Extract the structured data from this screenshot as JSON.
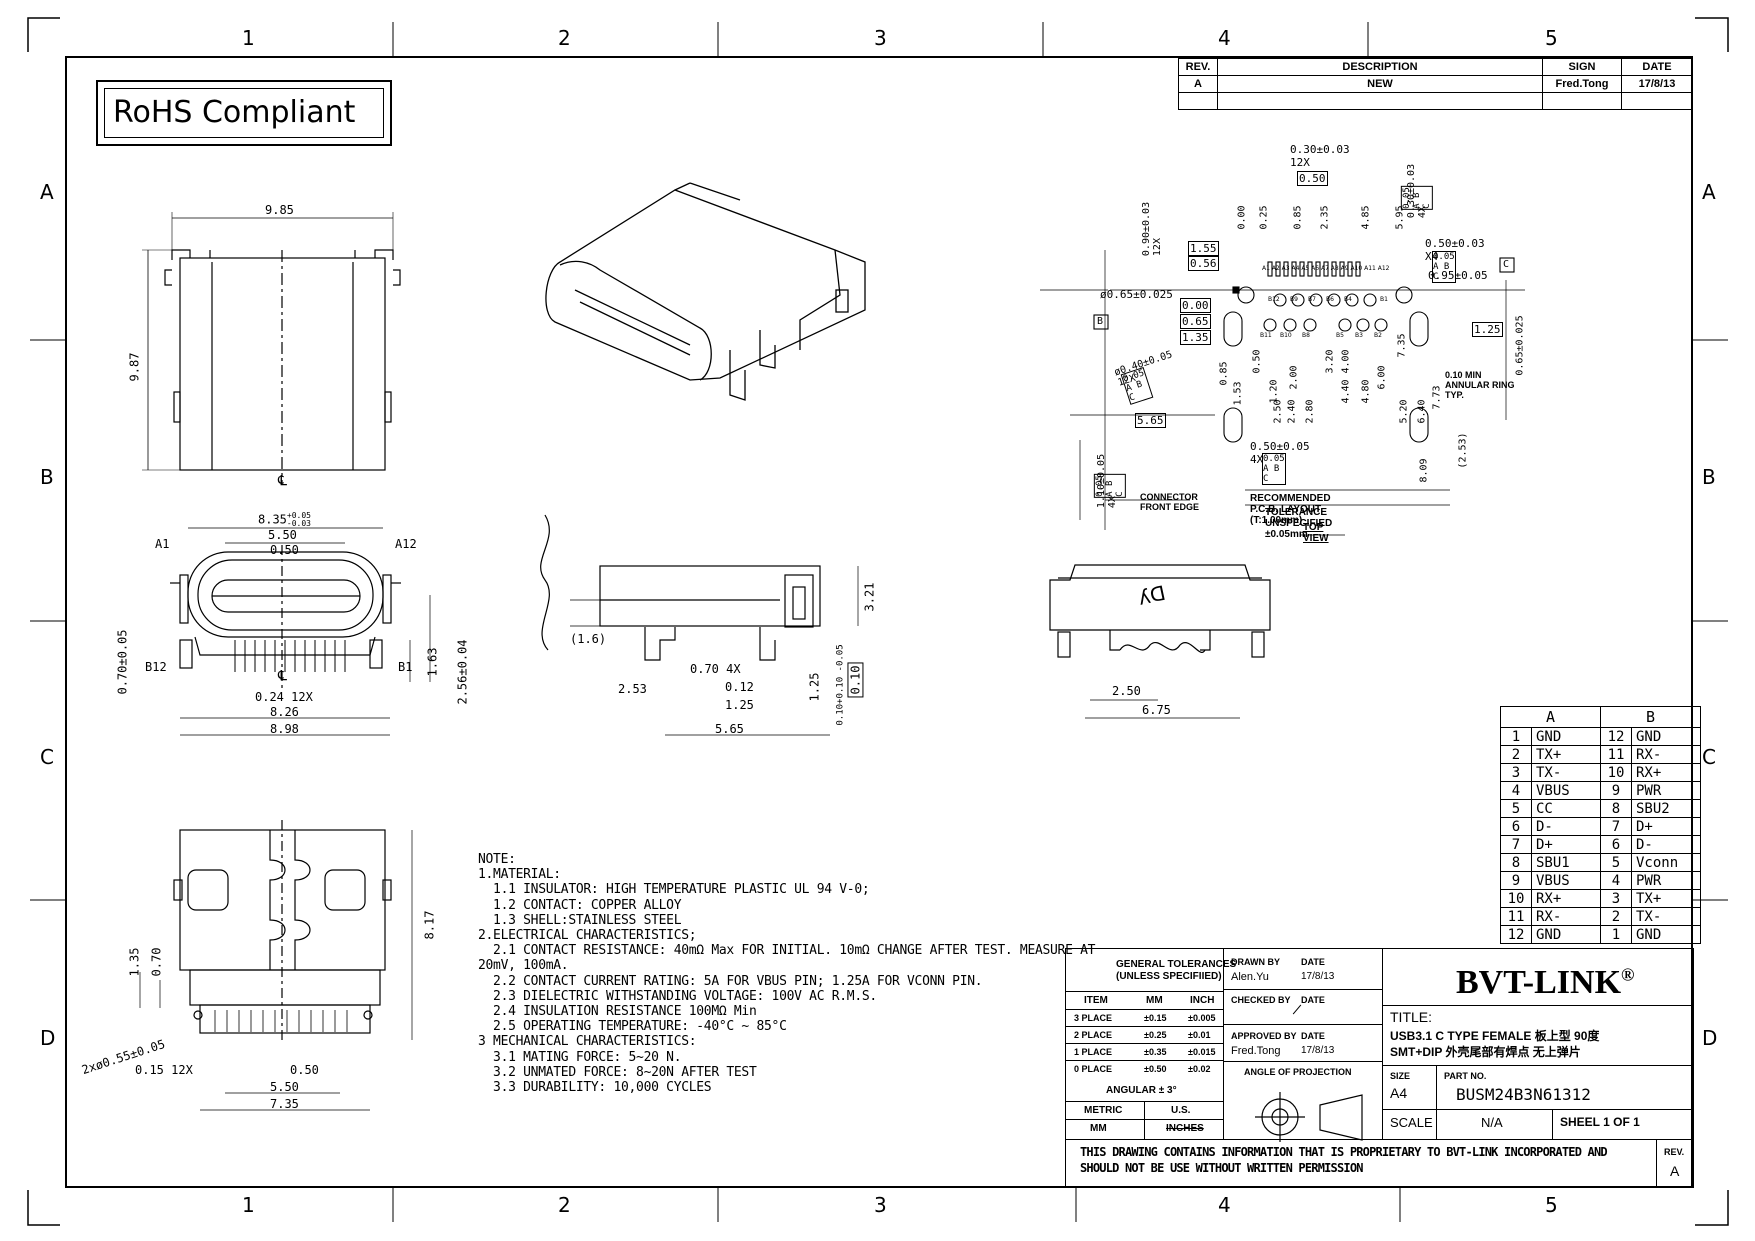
{
  "zones": {
    "columns": [
      "1",
      "2",
      "3",
      "4",
      "5"
    ],
    "rows": [
      "A",
      "B",
      "C",
      "D"
    ]
  },
  "rohs": "RoHS Compliant",
  "revision_table": {
    "headers": [
      "REV.",
      "DESCRIPTION",
      "SIGN",
      "DATE"
    ],
    "row": [
      "A",
      "NEW",
      "Fred.Tong",
      "17/8/13"
    ]
  },
  "pin_table": {
    "headers": [
      "A",
      "B"
    ],
    "rows": [
      [
        "1",
        "GND",
        "12",
        "GND"
      ],
      [
        "2",
        "TX+",
        "11",
        "RX-"
      ],
      [
        "3",
        "TX-",
        "10",
        "RX+"
      ],
      [
        "4",
        "VBUS",
        "9",
        "PWR"
      ],
      [
        "5",
        "CC",
        "8",
        "SBU2"
      ],
      [
        "6",
        "D-",
        "7",
        "D+"
      ],
      [
        "7",
        "D+",
        "6",
        "D-"
      ],
      [
        "8",
        "SBU1",
        "5",
        "Vconn"
      ],
      [
        "9",
        "VBUS",
        "4",
        "PWR"
      ],
      [
        "10",
        "RX+",
        "3",
        "TX+"
      ],
      [
        "11",
        "RX-",
        "2",
        "TX-"
      ],
      [
        "12",
        "GND",
        "1",
        "GND"
      ]
    ]
  },
  "notes": [
    "NOTE:",
    "1.MATERIAL:",
    "  1.1 INSULATOR: HIGH TEMPERATURE PLASTIC UL 94 V-0;",
    "  1.2 CONTACT: COPPER ALLOY",
    "  1.3 SHELL:STAINLESS STEEL",
    "2.ELECTRICAL CHARACTERISTICS;",
    "  2.1 CONTACT RESISTANCE: 40mΩ Max FOR INITIAL. 10mΩ CHANGE AFTER TEST. MEASURE AT",
    "20mV, 100mA.",
    "  2.2 CONTACT CURRENT RATING: 5A FOR VBUS PIN; 1.25A FOR VCONN PIN.",
    "  2.3 DIELECTRIC WITHSTANDING VOLTAGE: 100V AC R.M.S.",
    "  2.4 INSULATION RESISTANCE 100MΩ Min",
    "  2.5 OPERATING TEMPERATURE: -40°C ~ 85°C",
    "3 MECHANICAL CHARACTERISTICS:",
    "  3.1 MATING FORCE: 5~20 N.",
    "  3.2 UNMATED FORCE: 8~20N AFTER TEST",
    "  3.3 DURABILITY: 10,000 CYCLES"
  ],
  "dims": {
    "top_width": "9.85",
    "top_height": "9.87",
    "cl": "℄",
    "front_overall": "8.35",
    "front_overall_tol_plus": "+0.05",
    "front_overall_tol_minus": "-0.03",
    "front_inner": "5.50",
    "front_pitch": "0.50",
    "label_a1": "A1",
    "label_a12": "A12",
    "label_b12": "B12",
    "label_b1": "B1",
    "front_left_v": "0.70±0.05",
    "front_right_v1": "1.63",
    "front_right_v2": "2.56±0.04",
    "front_pin_w": "0.24  12X",
    "front_826": "8.26",
    "front_898": "8.98",
    "side_16": "(1.6)",
    "side_321": "3.21",
    "side_070": "0.70  4X",
    "side_253": "2.53",
    "side_012": "0.12",
    "side_125a": "1.25",
    "side_125b": "1.25",
    "side_565": "5.65",
    "side_010": "0.10",
    "side_tol": "0.10+0.10 -0.05",
    "back_250": "2.50",
    "back_675": "6.75",
    "bottom_817": "8.17",
    "bottom_135": "1.35",
    "bottom_070": "0.70",
    "bottom_hole": "2xø0.55±0.05",
    "bottom_015": "0.15  12X",
    "bottom_050": "0.50",
    "bottom_550": "5.50",
    "bottom_735": "7.35"
  },
  "pcb": {
    "dims": [
      "0.30±0.03  12X",
      "0.50",
      "0.30±0.03  4X",
      "0.05 A B C",
      "0.90±0.03 12X",
      "1.55",
      "0.56",
      "0.00",
      "0.25",
      "0.85",
      "2.35",
      "4.85",
      "5.95",
      "0.50±0.03 X4",
      "0.05 A B C",
      "0.95±0.05",
      "ø0.65±0.025",
      "0.00",
      "0.65",
      "1.35",
      "1.25",
      "ø0.40±0.05 12X",
      "0.05 A B C",
      "0.65±0.025",
      "0.85",
      "1.53",
      "0.50",
      "1.20",
      "2.00",
      "2.80",
      "3.20",
      "4.00",
      "4.40",
      "2.40",
      "2.50",
      "4.80",
      "6.00",
      "7.35",
      "5.20",
      "6.40",
      "7.73",
      "5.65",
      "0.50±0.05  4X",
      "0.05 A B C",
      "1.10±0.05 4X",
      "0.05 A B C",
      "8.09",
      "(2.53)"
    ],
    "ring_note": "0.10 MIN\nANNULAR RING\nTYP.",
    "connector_edge": "CONNECTOR\nFRONT EDGE",
    "recommended": "RECOMMENDED  P.C.B. LAYOUT (T:1.00mm)",
    "tolerance": "TOLERANCE  UNSPECIFIED  ±0.05mm",
    "top_view": "TOP VIEW",
    "datum_b": "B",
    "datum_c": "C",
    "pin_labels_a": "A1 A2 A3 A4 A5 A6 A7 A8 A9 A10 A11 A12",
    "pin_labels_b": [
      "B12",
      "B9",
      "B7",
      "B6",
      "B4",
      "B1",
      "B11",
      "B10",
      "B8",
      "B5",
      "B3",
      "B2"
    ]
  },
  "title_block": {
    "general_tol": "GENERAL TOLERANCES",
    "unless": "(UNLESS SPECIFIIED)",
    "item": "ITEM",
    "mm": "MM",
    "inch": "INCH",
    "tol_rows": [
      [
        "3 PLACE",
        "±0.15",
        "±0.005"
      ],
      [
        "2 PLACE",
        "±0.25",
        "±0.01"
      ],
      [
        "1 PLACE",
        "±0.35",
        "±0.015"
      ],
      [
        "0 PLACE",
        "±0.50",
        "±0.02"
      ]
    ],
    "angular": "ANGULAR ± 3°",
    "metric": "METRIC",
    "us": "U.S.",
    "unit_mm": "MM",
    "unit_inches": "INCHES",
    "drawn_by_label": "DRAWN BY",
    "drawn_by": "Alen.Yu",
    "date_label": "DATE",
    "drawn_date": "17/8/13",
    "checked_by_label": "CHECKED BY",
    "checked_date_label": "DATE",
    "approved_by_label": "APPROVED BY",
    "approved_date_label": "DATE",
    "approved_by": "Fred.Tong",
    "approved_date": "17/8/13",
    "angle_label": "ANGLE OF PROJECTION",
    "logo": "BVT-LINK",
    "logo_reg": "®",
    "title_label": "TITLE:",
    "title_line1": "USB3.1 C TYPE FEMALE 板上型  90度",
    "title_line2": "SMT+DIP 外壳尾部有焊点  无上弹片",
    "size_label": "SIZE",
    "size": "A4",
    "part_label": "PART NO.",
    "part_no": "BUSM24B3N61312",
    "scale_label": "SCALE",
    "scale": "N/A",
    "sheet": "SHEEL 1 OF 1",
    "prop1": "THIS DRAWING CONTAINS INFORMATION THAT IS PROPRIETARY TO BVT-LINK INCORPORATED AND",
    "prop2": "SHOULD NOT BE USE WITHOUT WRITTEN PERMISSION",
    "rev_label": "REV.",
    "rev": "A"
  }
}
